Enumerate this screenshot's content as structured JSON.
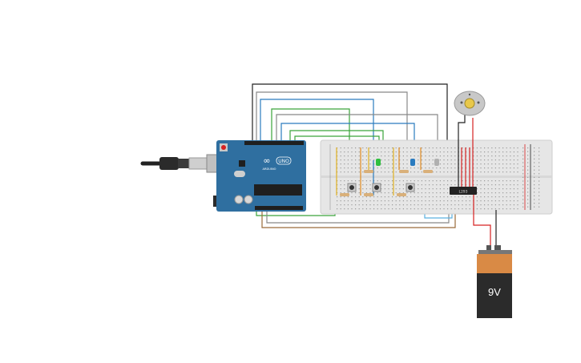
{
  "arduino": {
    "brand": "ARDUINO",
    "model": "UNO",
    "logo_label": "∞"
  },
  "ic": {
    "label": "L293"
  },
  "battery": {
    "label": "9V"
  },
  "colors": {
    "board": "#2f6fa0",
    "breadboard": "#e6e6e6",
    "wire_black": "#222222",
    "wire_red": "#d62020",
    "wire_green": "#3aa33a",
    "wire_blue": "#2a7bbf",
    "wire_gray": "#888888",
    "wire_brown": "#9a6b3a",
    "wire_yellow": "#e0b020",
    "wire_orange": "#e08a20",
    "wire_purple": "#7a3fa0",
    "wire_lightblue": "#5ab0e0",
    "battery_top": "#d98a45",
    "battery_body": "#2b2b2b"
  },
  "icons": {
    "usb": "usb-cable-icon",
    "motor": "dc-motor-icon",
    "led": "led-icon",
    "button": "pushbutton-icon",
    "resistor": "resistor-icon"
  }
}
